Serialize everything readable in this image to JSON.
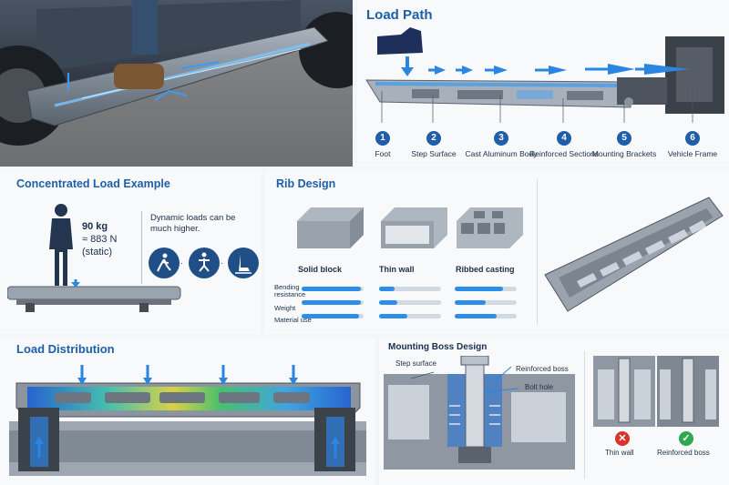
{
  "load_path": {
    "title": "Load Path",
    "steps": [
      {
        "number": "1",
        "label": "Foot"
      },
      {
        "number": "2",
        "label": "Step Surface"
      },
      {
        "number": "3",
        "label": "Cast Aluminum Body"
      },
      {
        "number": "4",
        "label": "Reinforced Sections"
      },
      {
        "number": "5",
        "label": "Mounting Brackets"
      },
      {
        "number": "6",
        "label": "Vehicle Frame"
      }
    ]
  },
  "concentrated": {
    "title": "Concentrated Load Example",
    "weight": "90 kg",
    "force": "≈ 883 N",
    "condition": "(static)",
    "note": "Dynamic loads can be much higher.",
    "icons": [
      "walking-icon",
      "jumping-icon",
      "landing-icon"
    ]
  },
  "rib": {
    "title": "Rib Design",
    "designs": [
      {
        "label": "Solid block",
        "bending": 0.95,
        "weight": 0.95,
        "material": 0.92
      },
      {
        "label": "Thin wall",
        "bending": 0.25,
        "weight": 0.3,
        "material": 0.45
      },
      {
        "label": "Ribbed casting",
        "bending": 0.78,
        "weight": 0.5,
        "material": 0.68
      }
    ],
    "metrics": [
      "Bending resistance",
      "Weight",
      "Material use"
    ]
  },
  "distribution": {
    "title": "Load Distribution"
  },
  "boss": {
    "title": "Mounting Boss Design",
    "callouts": [
      "Step surface",
      "Reinforced boss",
      "Bolt hole"
    ],
    "compare": [
      {
        "label": "Thin wall",
        "status": "fail"
      },
      {
        "label": "Reinforced boss",
        "status": "pass"
      }
    ]
  },
  "colors": {
    "accent": "#1e5fa8",
    "flow": "#3a9cf0",
    "pass": "#2fa84f",
    "fail": "#d9342b"
  }
}
